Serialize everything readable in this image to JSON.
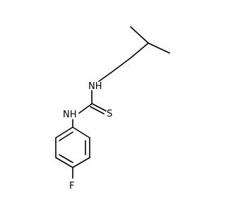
{
  "labels": {
    "nh_upper": "NH",
    "nh_lower": "NH",
    "sulfur": "S",
    "fluorine": "F"
  },
  "colors": {
    "background": "#ffffff",
    "bond": "#000000",
    "text": "#000000"
  }
}
